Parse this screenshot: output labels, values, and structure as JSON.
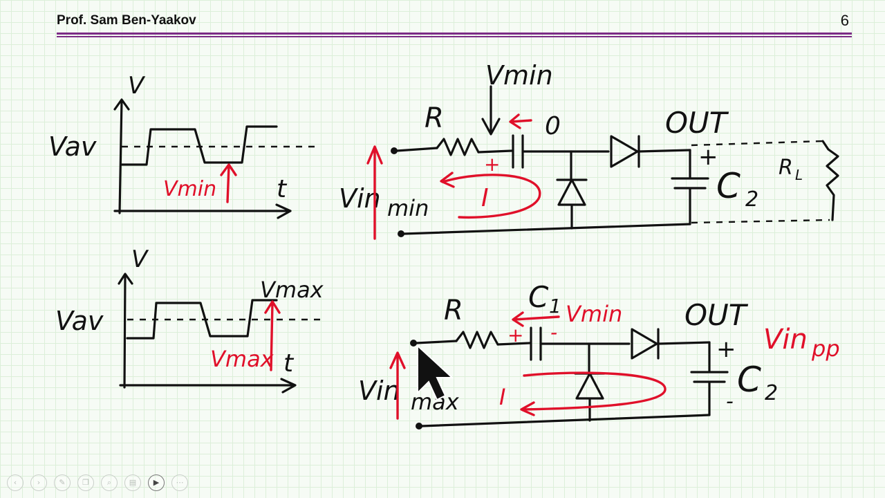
{
  "header": {
    "author": "Prof. Sam Ben-Yaakov",
    "page_number": "6"
  },
  "waveform_top": {
    "y_axis": "V",
    "x_axis": "t",
    "avg_label": "Vav",
    "annotation": "Vmin"
  },
  "waveform_bottom": {
    "y_axis": "V",
    "x_axis": "t",
    "avg_label": "Vav",
    "annotation_low": "Vmax",
    "annotation_high": "Vmax"
  },
  "circuit_top": {
    "resistor": "R",
    "node_value": "Vmin",
    "node_label": "0",
    "out": "OUT",
    "cap_polarity": "+",
    "cap_plus": "+",
    "capacitor": "C",
    "capacitor_sub": "2",
    "load": "R",
    "load_sub": "L",
    "current": "I",
    "source_label": "Vin",
    "source_suffix": "min"
  },
  "circuit_bottom": {
    "resistor": "R",
    "cap1": "C",
    "cap1_sub": "1",
    "node_value": "Vmin",
    "out": "OUT",
    "cap_plus": "+",
    "cap_minus": "-",
    "series_plus": "+",
    "series_minus": "-",
    "capacitor": "C",
    "capacitor_sub": "2",
    "current": "I",
    "source_label": "Vin",
    "source_suffix": "max",
    "output_note": "Vin",
    "output_note_sub": "pp"
  },
  "toolbar": {
    "icons": [
      "prev-icon",
      "next-icon",
      "pen-icon",
      "copy-icon",
      "zoom-icon",
      "menu-icon",
      "camera-icon",
      "more-icon"
    ],
    "glyphs": [
      "‹",
      "›",
      "✎",
      "❐",
      "⌕",
      "▤",
      "▶",
      "⋯"
    ]
  },
  "colors": {
    "accent_rule": "#7b2b86",
    "ink": "#111111",
    "annotation": "#e0102a",
    "grid": "#dcefd9"
  }
}
